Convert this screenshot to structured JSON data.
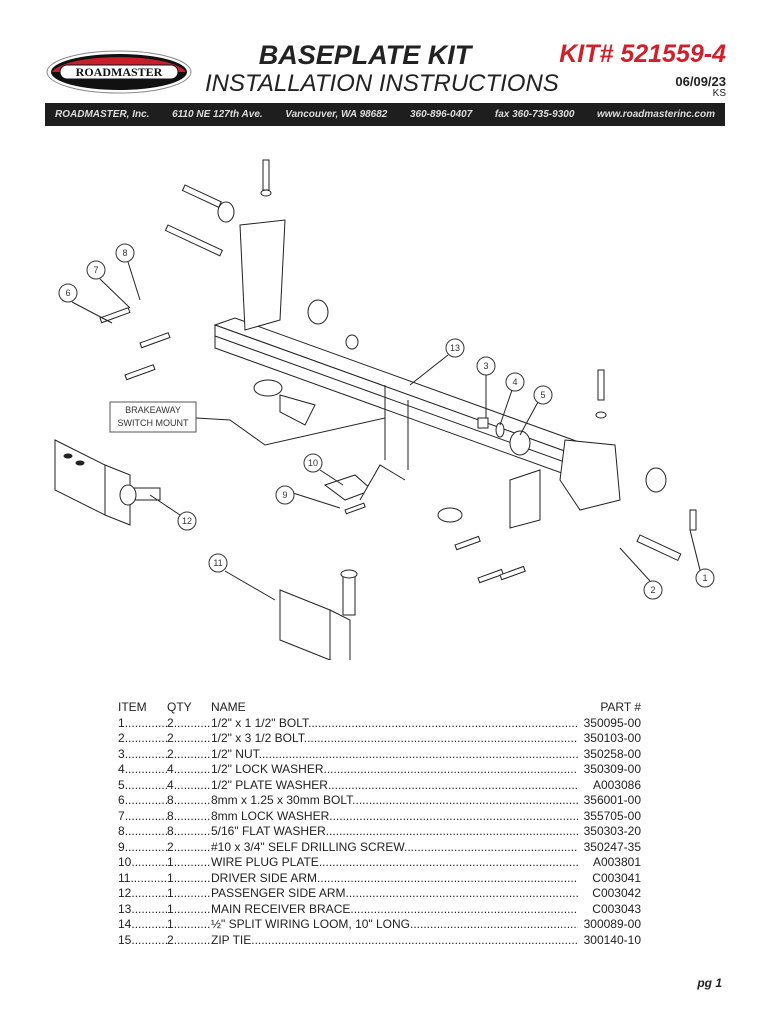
{
  "header": {
    "logo_text": "ROADMASTER",
    "title": "BASEPLATE KIT",
    "subtitle": "INSTALLATION INSTRUCTIONS",
    "kit_number": "KIT# 521559-4",
    "date": "06/09/23",
    "initials": "KS"
  },
  "contact_bar": {
    "company": "ROADMASTER, Inc.",
    "address": "6110 NE 127th Ave.",
    "city": "Vancouver, WA 98682",
    "phone": "360-896-0407",
    "fax": "fax 360-735-9300",
    "website": "www.roadmasterinc.com"
  },
  "diagram": {
    "callout_label": "BRAKEAWAY SWITCH MOUNT",
    "callout_line1": "BRAKEAWAY",
    "callout_line2": "SWITCH MOUNT",
    "callouts": [
      "1",
      "2",
      "3",
      "4",
      "5",
      "6",
      "7",
      "8",
      "9",
      "10",
      "11",
      "12",
      "13"
    ]
  },
  "parts_table": {
    "headers": {
      "item": "ITEM",
      "qty": "QTY",
      "name": "NAME",
      "part": "PART #"
    },
    "rows": [
      {
        "item": "1",
        "qty": "2",
        "name": "1/2\" x 1 1/2\" BOLT",
        "part": "350095-00"
      },
      {
        "item": "2",
        "qty": "2",
        "name": "1/2\" x 3 1/2 BOLT",
        "part": "350103-00"
      },
      {
        "item": "3",
        "qty": "2",
        "name": "1/2\" NUT",
        "part": "350258-00"
      },
      {
        "item": "4",
        "qty": "4",
        "name": "1/2\" LOCK WASHER",
        "part": "350309-00"
      },
      {
        "item": "5",
        "qty": "4",
        "name": "1/2\" PLATE WASHER",
        "part": "A003086"
      },
      {
        "item": "6",
        "qty": "8",
        "name": "8mm x 1.25 x 30mm BOLT",
        "part": "356001-00"
      },
      {
        "item": "7",
        "qty": "8",
        "name": "8mm LOCK WASHER",
        "part": "355705-00"
      },
      {
        "item": "8",
        "qty": "8",
        "name": "5/16\" FLAT WASHER",
        "part": "350303-20"
      },
      {
        "item": "9",
        "qty": "2",
        "name": "#10 x 3/4\" SELF DRILLING SCREW",
        "part": "350247-35"
      },
      {
        "item": "10",
        "qty": "1",
        "name": "WIRE PLUG PLATE",
        "part": "A003801"
      },
      {
        "item": "11",
        "qty": "1",
        "name": "DRIVER SIDE ARM",
        "part": "C003041"
      },
      {
        "item": "12",
        "qty": "1",
        "name": "PASSENGER SIDE ARM",
        "part": "C003042"
      },
      {
        "item": "13",
        "qty": "1",
        "name": "MAIN RECEIVER BRACE",
        "part": "C003043"
      },
      {
        "item": "14",
        "qty": "1",
        "name": "½\" SPLIT WIRING LOOM, 10\" LONG",
        "part": "300089-00"
      },
      {
        "item": "15",
        "qty": "2",
        "name": "ZIP TIE",
        "part": "300140-10"
      }
    ]
  },
  "footer": {
    "page": "pg 1"
  }
}
